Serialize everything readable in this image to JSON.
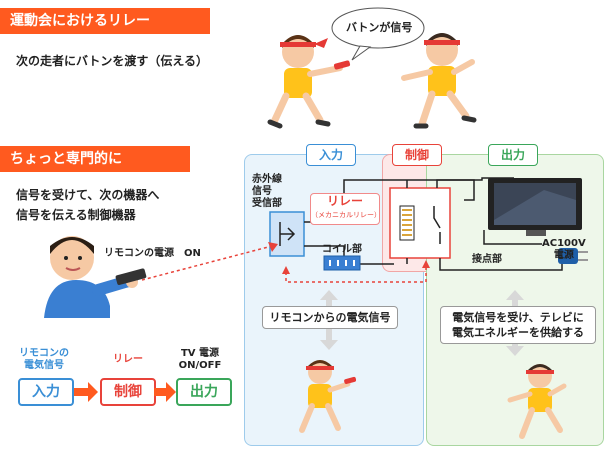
{
  "section1": {
    "banner": "運動会におけるリレー",
    "line": "次の走者にバトンを渡す（伝える）",
    "speech": "バトンが信号"
  },
  "section2": {
    "banner": "ちょっと専門的に",
    "line1": "信号を受けて、次の機器へ",
    "line2": "信号を伝える制御機器",
    "remote_label": "リモコンの電源　ON"
  },
  "flow": {
    "label_input_1": "リモコンの",
    "label_input_2": "電気信号",
    "label_relay": "リレー",
    "label_output_1": "TV 電源",
    "label_output_2": "ON/OFF",
    "box_input": "入力",
    "box_control": "制御",
    "box_output": "出力"
  },
  "diagram": {
    "tag_input": "入力",
    "tag_control": "制御",
    "tag_output": "出力",
    "sensor_1": "赤外線",
    "sensor_2": "信号",
    "sensor_3": "受信部",
    "relay_title": "リレー",
    "relay_sub": "（メカニカルリレー）",
    "coil": "コイル部",
    "contact": "接点部",
    "ac_1": "AC100V",
    "ac_2": "電源",
    "note_left": "リモコンからの電気信号",
    "note_right_1": "電気信号を受け、テレビに",
    "note_right_2": "電気エネルギーを供給する"
  },
  "colors": {
    "orange": "#ff5a1f",
    "input_blue": "#3a8fd6",
    "control_red": "#e8433a",
    "output_green": "#3aa65a"
  }
}
